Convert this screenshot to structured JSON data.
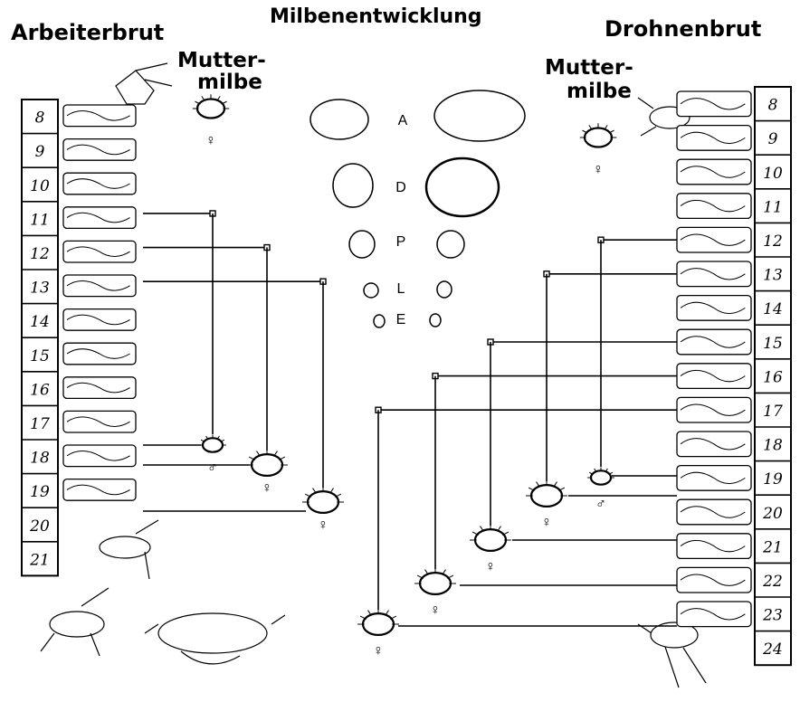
{
  "titles": {
    "main": "Milbenentwicklung",
    "worker": "Arbeiterbrut",
    "drone": "Drohnenbrut",
    "mother_mite_left_1": "Mutter-",
    "mother_mite_left_2": "milbe",
    "mother_mite_right_1": "Mutter-",
    "mother_mite_right_2": "milbe"
  },
  "worker_days": [
    "8",
    "9",
    "10",
    "11",
    "12",
    "13",
    "14",
    "15",
    "16",
    "17",
    "18",
    "19",
    "20",
    "21"
  ],
  "drone_days": [
    "8",
    "9",
    "10",
    "11",
    "12",
    "13",
    "14",
    "15",
    "16",
    "17",
    "18",
    "19",
    "20",
    "21",
    "22",
    "23",
    "24"
  ],
  "development_stages": [
    "A",
    "D",
    "P",
    "L",
    "E"
  ],
  "sex_symbols": {
    "female": "♀",
    "male": "♂"
  },
  "colors": {
    "ink": "#000000",
    "paper": "#ffffff"
  }
}
